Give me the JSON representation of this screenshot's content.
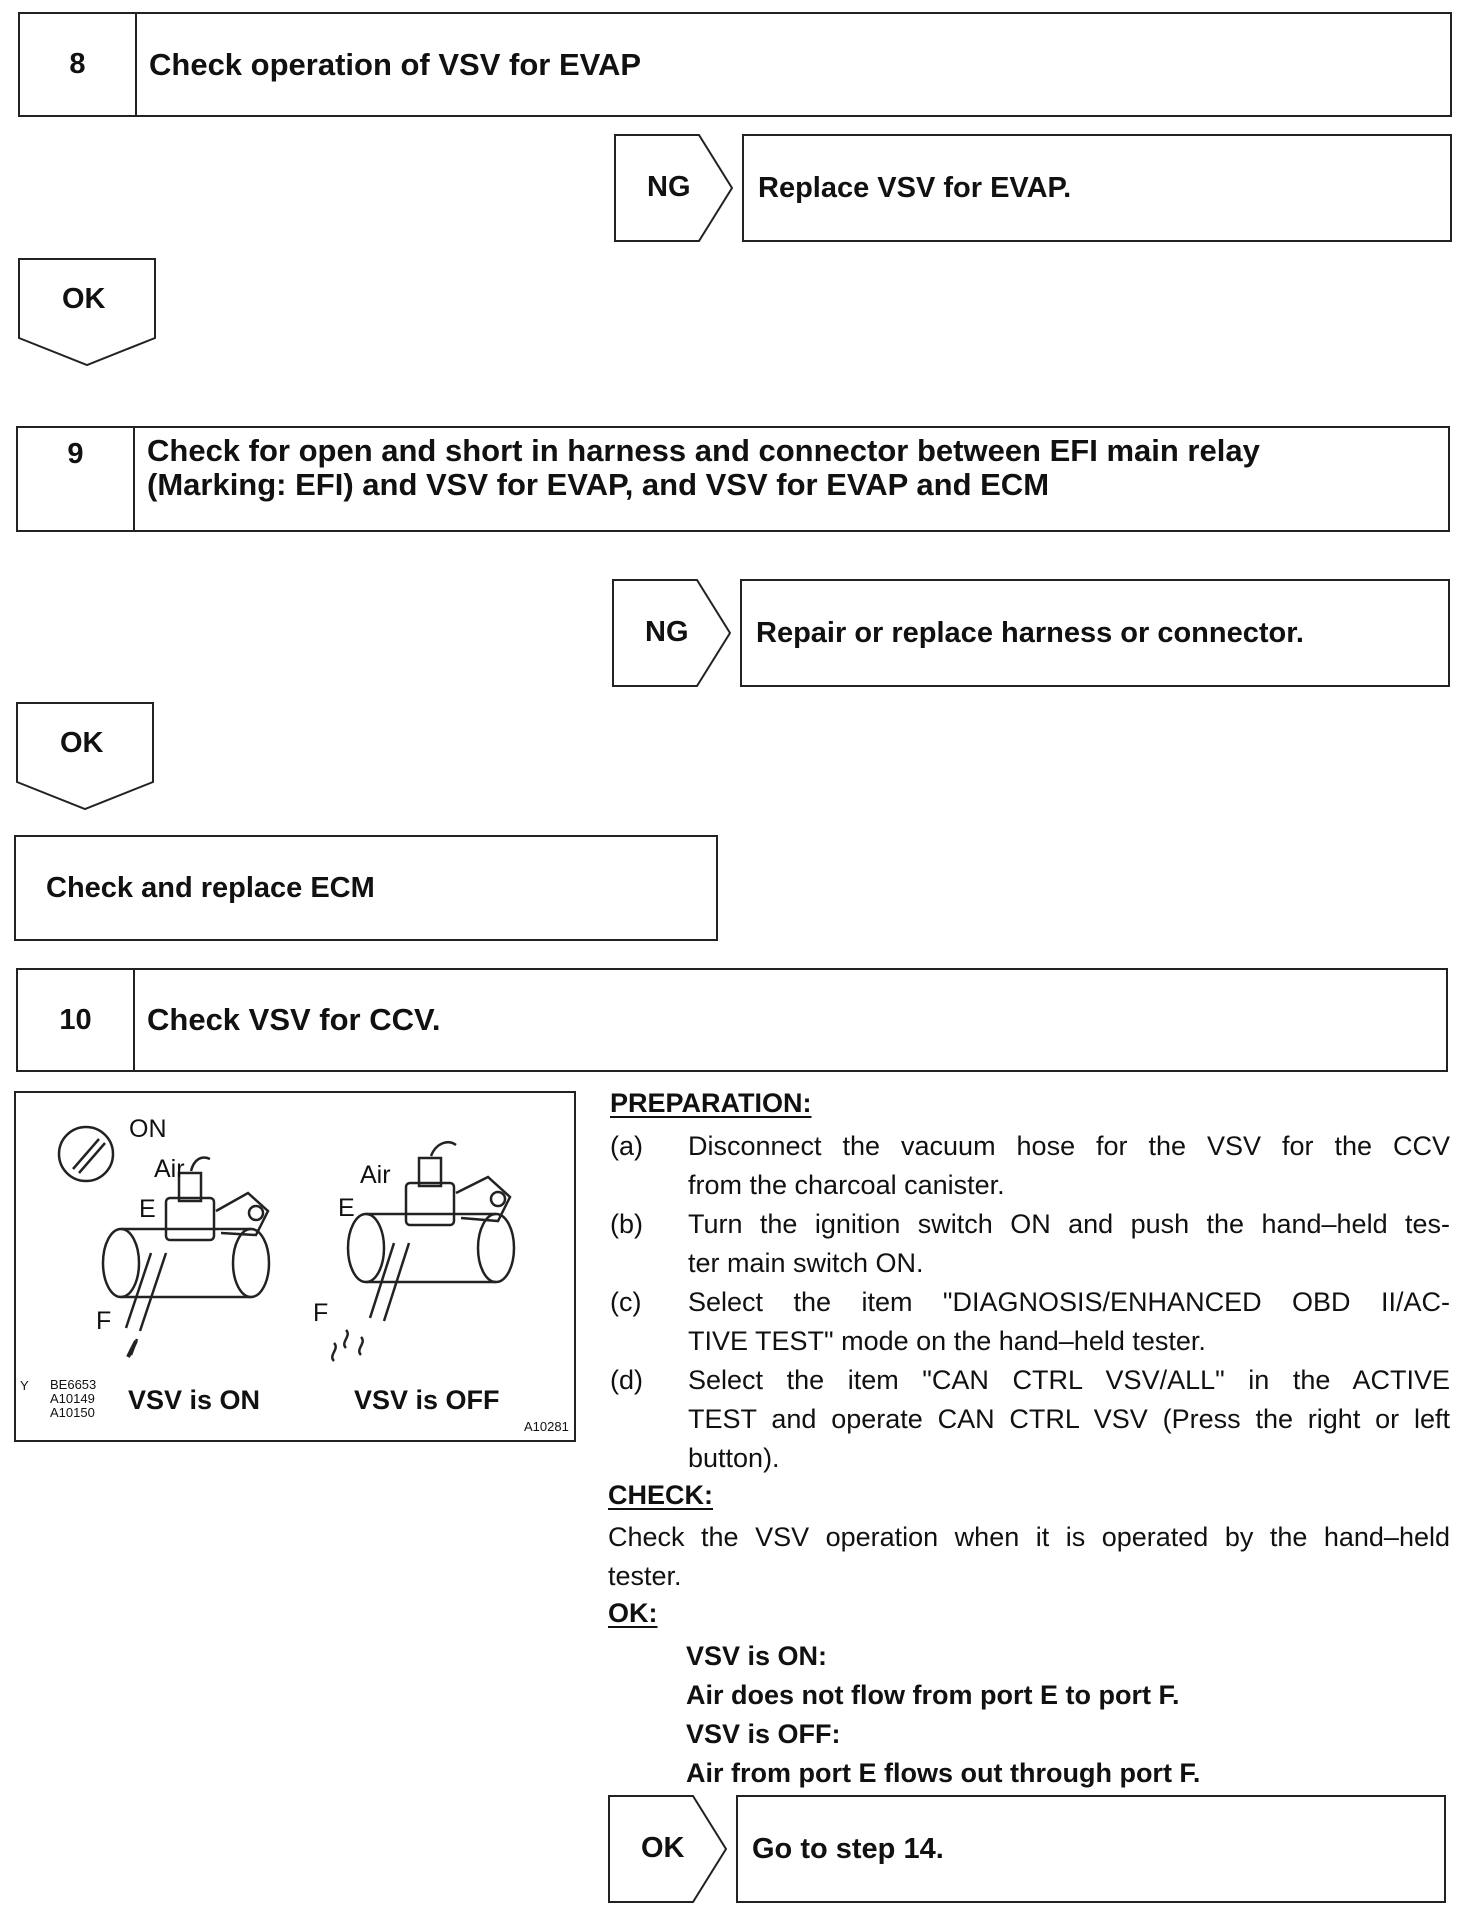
{
  "step8": {
    "number": "8",
    "title": "Check operation of VSV for EVAP"
  },
  "step8_ng": {
    "label": "NG",
    "result": "Replace VSV for EVAP."
  },
  "step8_ok": {
    "label": "OK"
  },
  "step9": {
    "number": "9",
    "title_line1": "Check for open and short in harness and connector between EFI main relay",
    "title_line2": "(Marking: EFI) and VSV for EVAP, and VSV for EVAP and ECM"
  },
  "step9_ng": {
    "label": "NG",
    "result": "Repair or replace harness or connector."
  },
  "step9_ok": {
    "label": "OK"
  },
  "ecm_box": {
    "text": "Check and replace ECM"
  },
  "step10": {
    "number": "10",
    "title": "Check VSV for CCV."
  },
  "figure": {
    "on_label": "ON",
    "air_left": "Air",
    "air_right": "Air",
    "e_left": "E",
    "e_right": "E",
    "f_left": "F",
    "f_right": "F",
    "caption_left": "VSV is ON",
    "caption_right": "VSV is OFF",
    "ref_y": "Y",
    "ref_codes": [
      "BE6653",
      "A10149",
      "A10150"
    ],
    "fig_id": "A10281"
  },
  "preparation": {
    "heading": "PREPARATION:",
    "items": [
      {
        "letter": "(a)",
        "line1": "Disconnect the vacuum hose for the VSV for the CCV",
        "line2": "from the charcoal canister."
      },
      {
        "letter": "(b)",
        "line1": "Turn the ignition switch ON and push the hand–held tes-",
        "line2": "ter main switch ON."
      },
      {
        "letter": "(c)",
        "line1": "Select the item \"DIAGNOSIS/ENHANCED OBD II/AC-",
        "line2": "TIVE TEST\" mode on the hand–held tester."
      },
      {
        "letter": "(d)",
        "line1": "Select the item \"CAN CTRL VSV/ALL\" in the ACTIVE",
        "line2": "TEST and operate CAN CTRL VSV (Press the right or left",
        "line3": "button)."
      }
    ]
  },
  "check": {
    "heading": "CHECK:",
    "line1": "Check the VSV operation when it is operated by the hand–held",
    "line2": "tester."
  },
  "ok_spec": {
    "heading": "OK:",
    "lines": [
      "VSV is ON:",
      "Air does not flow from port E to port F.",
      "VSV is OFF:",
      "Air from port E flows out through port F."
    ]
  },
  "step10_ok": {
    "label": "OK",
    "result": "Go to step 14."
  }
}
